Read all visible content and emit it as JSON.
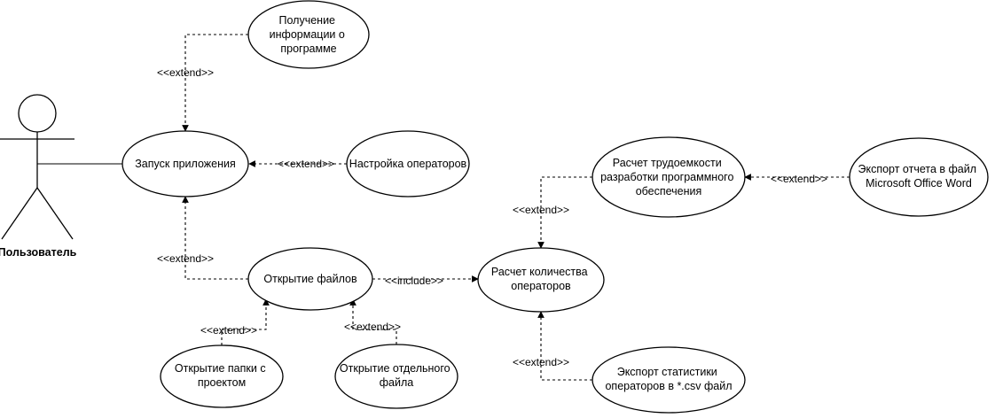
{
  "actor": {
    "id": "user",
    "label": "Пользователь"
  },
  "use_cases": [
    {
      "id": "info",
      "lines": [
        "Получение",
        "информации о",
        "программе"
      ]
    },
    {
      "id": "launch",
      "lines": [
        "Запуск приложения"
      ]
    },
    {
      "id": "settings",
      "lines": [
        "Настройка операторов"
      ]
    },
    {
      "id": "open_files",
      "lines": [
        "Открытие файлов"
      ]
    },
    {
      "id": "open_folder",
      "lines": [
        "Открытие папки с",
        "проектом"
      ]
    },
    {
      "id": "open_file",
      "lines": [
        "Открытие отдельного",
        "файла"
      ]
    },
    {
      "id": "count",
      "lines": [
        "Расчет количества",
        "операторов"
      ]
    },
    {
      "id": "labor",
      "lines": [
        "Расчет трудоемкости",
        "разработки программного",
        "обеспечения"
      ]
    },
    {
      "id": "export_word",
      "lines": [
        "Экспорт отчета в файл",
        "Microsoft Office Word"
      ]
    },
    {
      "id": "export_csv",
      "lines": [
        "Экспорт статистики",
        "операторов в *.csv файл"
      ]
    }
  ],
  "relations": [
    {
      "id": "info-extend",
      "from": "info",
      "to": "launch",
      "label": "<<extend>>"
    },
    {
      "id": "settings-extend",
      "from": "settings",
      "to": "launch",
      "label": "<<extend>>"
    },
    {
      "id": "openfiles-extend",
      "from": "open_files",
      "to": "launch",
      "label": "<<extend>>"
    },
    {
      "id": "openfiles-include",
      "from": "open_files",
      "to": "count",
      "label": "<<include>>"
    },
    {
      "id": "folder-extend",
      "from": "open_folder",
      "to": "open_files",
      "label": "<<extend>>"
    },
    {
      "id": "file-extend",
      "from": "open_file",
      "to": "open_files",
      "label": "<<extend>>"
    },
    {
      "id": "labor-extend",
      "from": "labor",
      "to": "count",
      "label": "<<extend>>"
    },
    {
      "id": "word-extend",
      "from": "export_word",
      "to": "labor",
      "label": "<<extend>>"
    },
    {
      "id": "csv-extend",
      "from": "export_csv",
      "to": "count",
      "label": "<<extend>>"
    }
  ],
  "association": {
    "from": "user",
    "to": "launch"
  }
}
